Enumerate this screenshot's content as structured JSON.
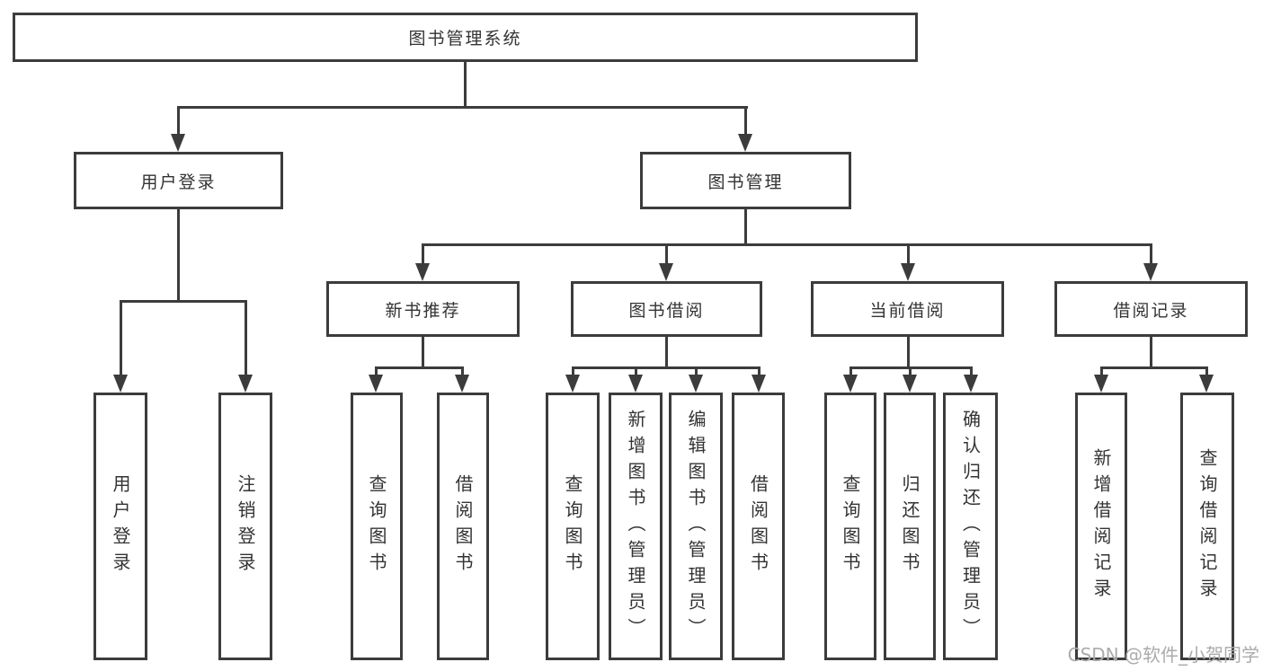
{
  "diagram": {
    "root": {
      "label": "图书管理系统"
    },
    "level2": [
      {
        "label": "用户登录"
      },
      {
        "label": "图书管理"
      }
    ],
    "level3": [
      {
        "label": "新书推荐"
      },
      {
        "label": "图书借阅"
      },
      {
        "label": "当前借阅"
      },
      {
        "label": "借阅记录"
      }
    ],
    "leaves": [
      {
        "label": "用户登录"
      },
      {
        "label": "注销登录"
      },
      {
        "label": "查询图书"
      },
      {
        "label": "借阅图书"
      },
      {
        "label": "查询图书"
      },
      {
        "label": "新增图书（管理员）"
      },
      {
        "label": "编辑图书（管理员）"
      },
      {
        "label": "借阅图书"
      },
      {
        "label": "查询图书"
      },
      {
        "label": "归还图书"
      },
      {
        "label": "确认归还（管理员）"
      },
      {
        "label": "新增借阅记录"
      },
      {
        "label": "查询借阅记录"
      }
    ]
  },
  "watermark": {
    "text": "CSDN @软件_小贺同学"
  },
  "colors": {
    "line": "#3c3c3c",
    "text": "#333333",
    "watermark": "#ababab",
    "background": "#ffffff"
  }
}
